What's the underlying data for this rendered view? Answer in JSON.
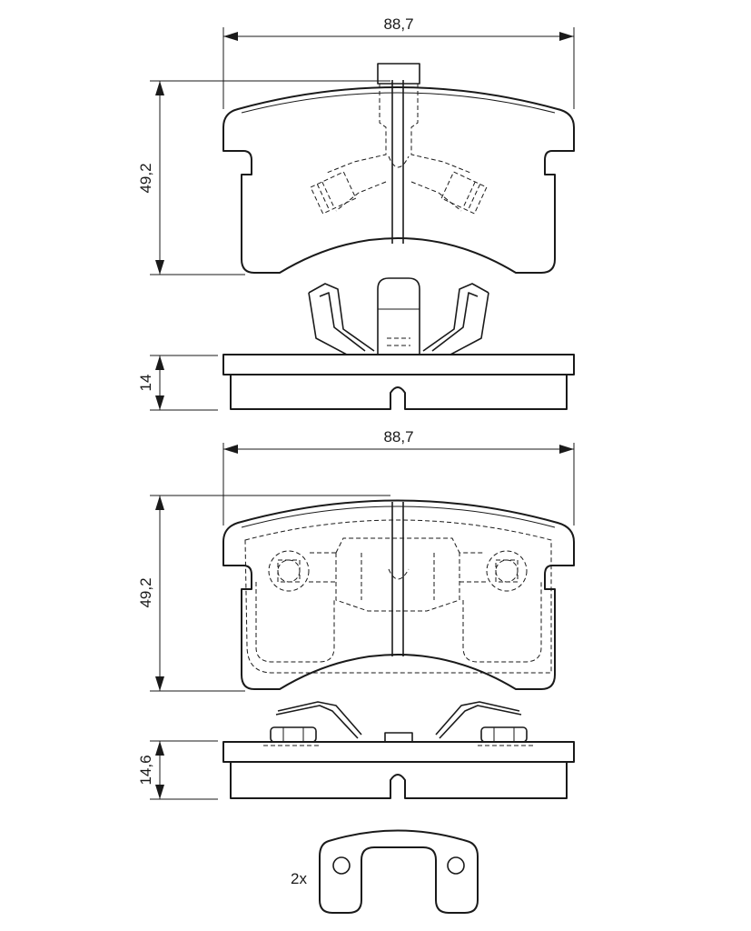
{
  "dimensions": {
    "top_pad_width": "88,7",
    "top_pad_height": "49,2",
    "top_pad_thickness": "14",
    "bottom_pad_width": "88,7",
    "bottom_pad_height": "49,2",
    "bottom_pad_thickness": "14,6"
  },
  "clip_quantity": "2x",
  "colors": {
    "line": "#1a1a1a",
    "background": "#ffffff"
  }
}
